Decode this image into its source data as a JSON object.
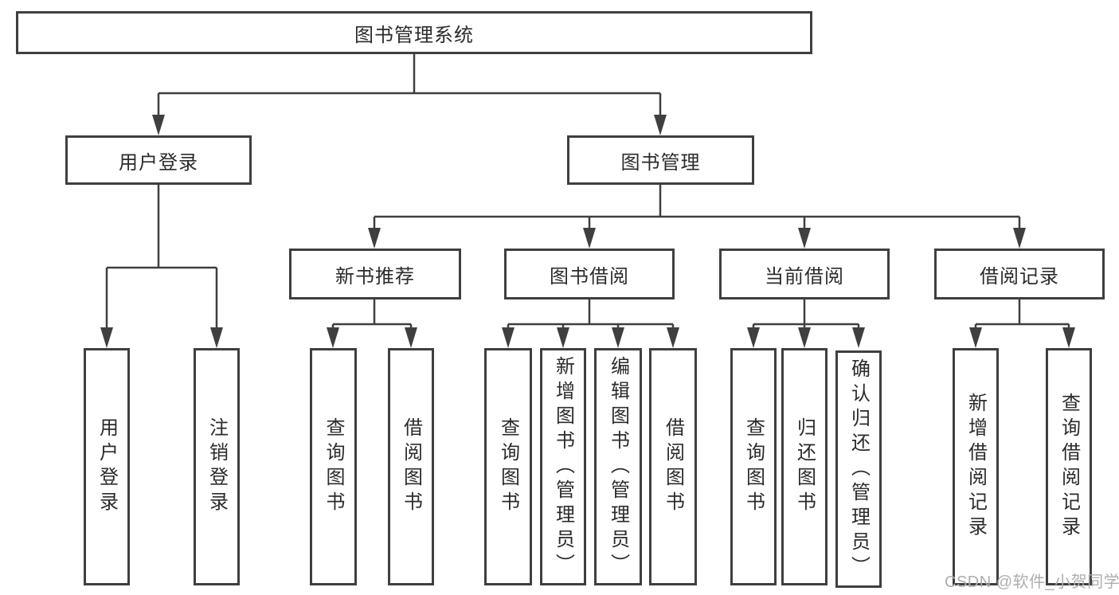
{
  "diagram": {
    "title": "图书管理系统",
    "root": {
      "label": "图书管理系统"
    },
    "branches": [
      {
        "label": "用户登录"
      },
      {
        "label": "图书管理"
      }
    ],
    "sections": [
      {
        "label": "新书推荐",
        "parent": "图书管理"
      },
      {
        "label": "图书借阅",
        "parent": "图书管理"
      },
      {
        "label": "当前借阅",
        "parent": "图书管理"
      },
      {
        "label": "借阅记录",
        "parent": "图书管理"
      }
    ],
    "leaves": [
      {
        "label": "用户登录",
        "parent": "用户登录"
      },
      {
        "label": "注销登录",
        "parent": "用户登录"
      },
      {
        "label": "查询图书",
        "parent": "新书推荐"
      },
      {
        "label": "借阅图书",
        "parent": "新书推荐"
      },
      {
        "label": "查询图书",
        "parent": "图书借阅"
      },
      {
        "label": "新增图书（管理员）",
        "parent": "图书借阅"
      },
      {
        "label": "编辑图书（管理员）",
        "parent": "图书借阅"
      },
      {
        "label": "借阅图书",
        "parent": "图书借阅"
      },
      {
        "label": "查询图书",
        "parent": "当前借阅"
      },
      {
        "label": "归还图书",
        "parent": "当前借阅"
      },
      {
        "label": "确认归还（管理员）",
        "parent": "当前借阅"
      },
      {
        "label": "新增借阅记录",
        "parent": "借阅记录"
      },
      {
        "label": "查询借阅记录",
        "parent": "借阅记录"
      }
    ]
  },
  "watermark": {
    "text": "CSDN @软件_小贺同学"
  },
  "colors": {
    "border": "#3f3f3f",
    "line": "#3f3f3f",
    "text": "#2b2b2b",
    "watermark": "#aeaeae",
    "background": "#ffffff"
  }
}
